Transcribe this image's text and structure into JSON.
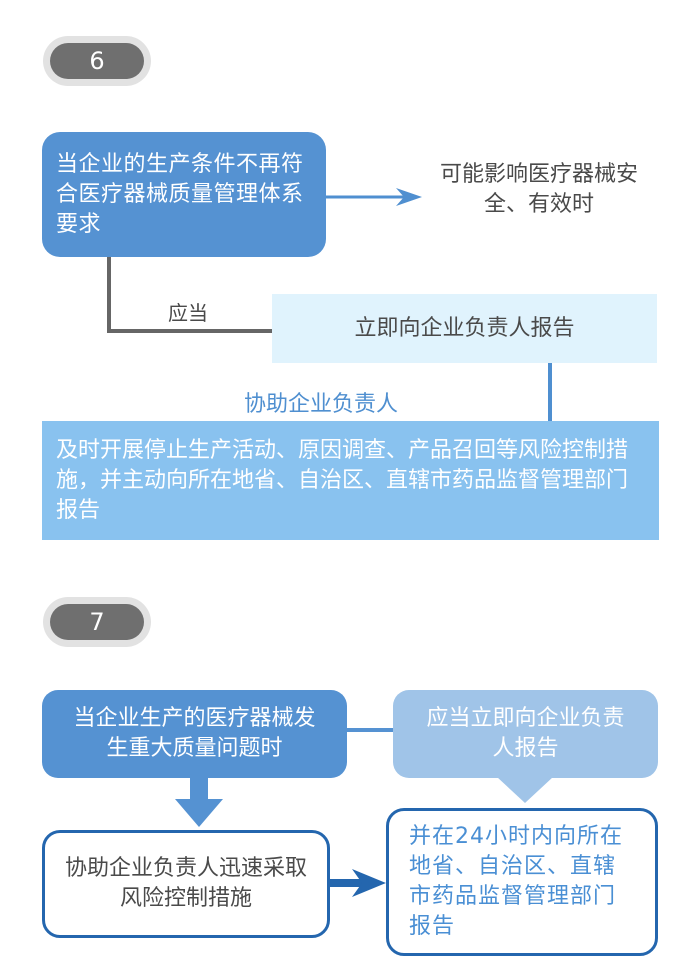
{
  "section6": {
    "number": "6",
    "main_box": "当企业的生产条件不再符合医疗器械质量管理体系要求",
    "consequence": "可能影响医疗器械安全、有效时",
    "label_should": "应当",
    "report_box": "立即向企业负责人报告",
    "label_assist": "协助企业负责人",
    "action_box": "及时开展停止生产活动、原因调查、产品召回等风险控制措施，并主动向所在地省、自治区、直辖市药品监督管理部门报告"
  },
  "section7": {
    "number": "7",
    "trigger_box": "当企业生产的医疗器械发生重大质量问题时",
    "report_box": "应当立即向企业负责人报告",
    "assist_box": "协助企业负责人迅速采取风险控制措施",
    "report_authority_box": "并在24小时内向所在地省、自治区、直辖市药品监督管理部门报告"
  },
  "colors": {
    "primary_blue": "#5592d2",
    "light_blue": "#89c2ef",
    "pale_blue": "#e0f3fd",
    "soft_blue": "#a0c4e8",
    "dark_blue_border": "#2466ae",
    "pill_grey": "#6f6f6f",
    "text_grey": "#4a4a4a"
  }
}
